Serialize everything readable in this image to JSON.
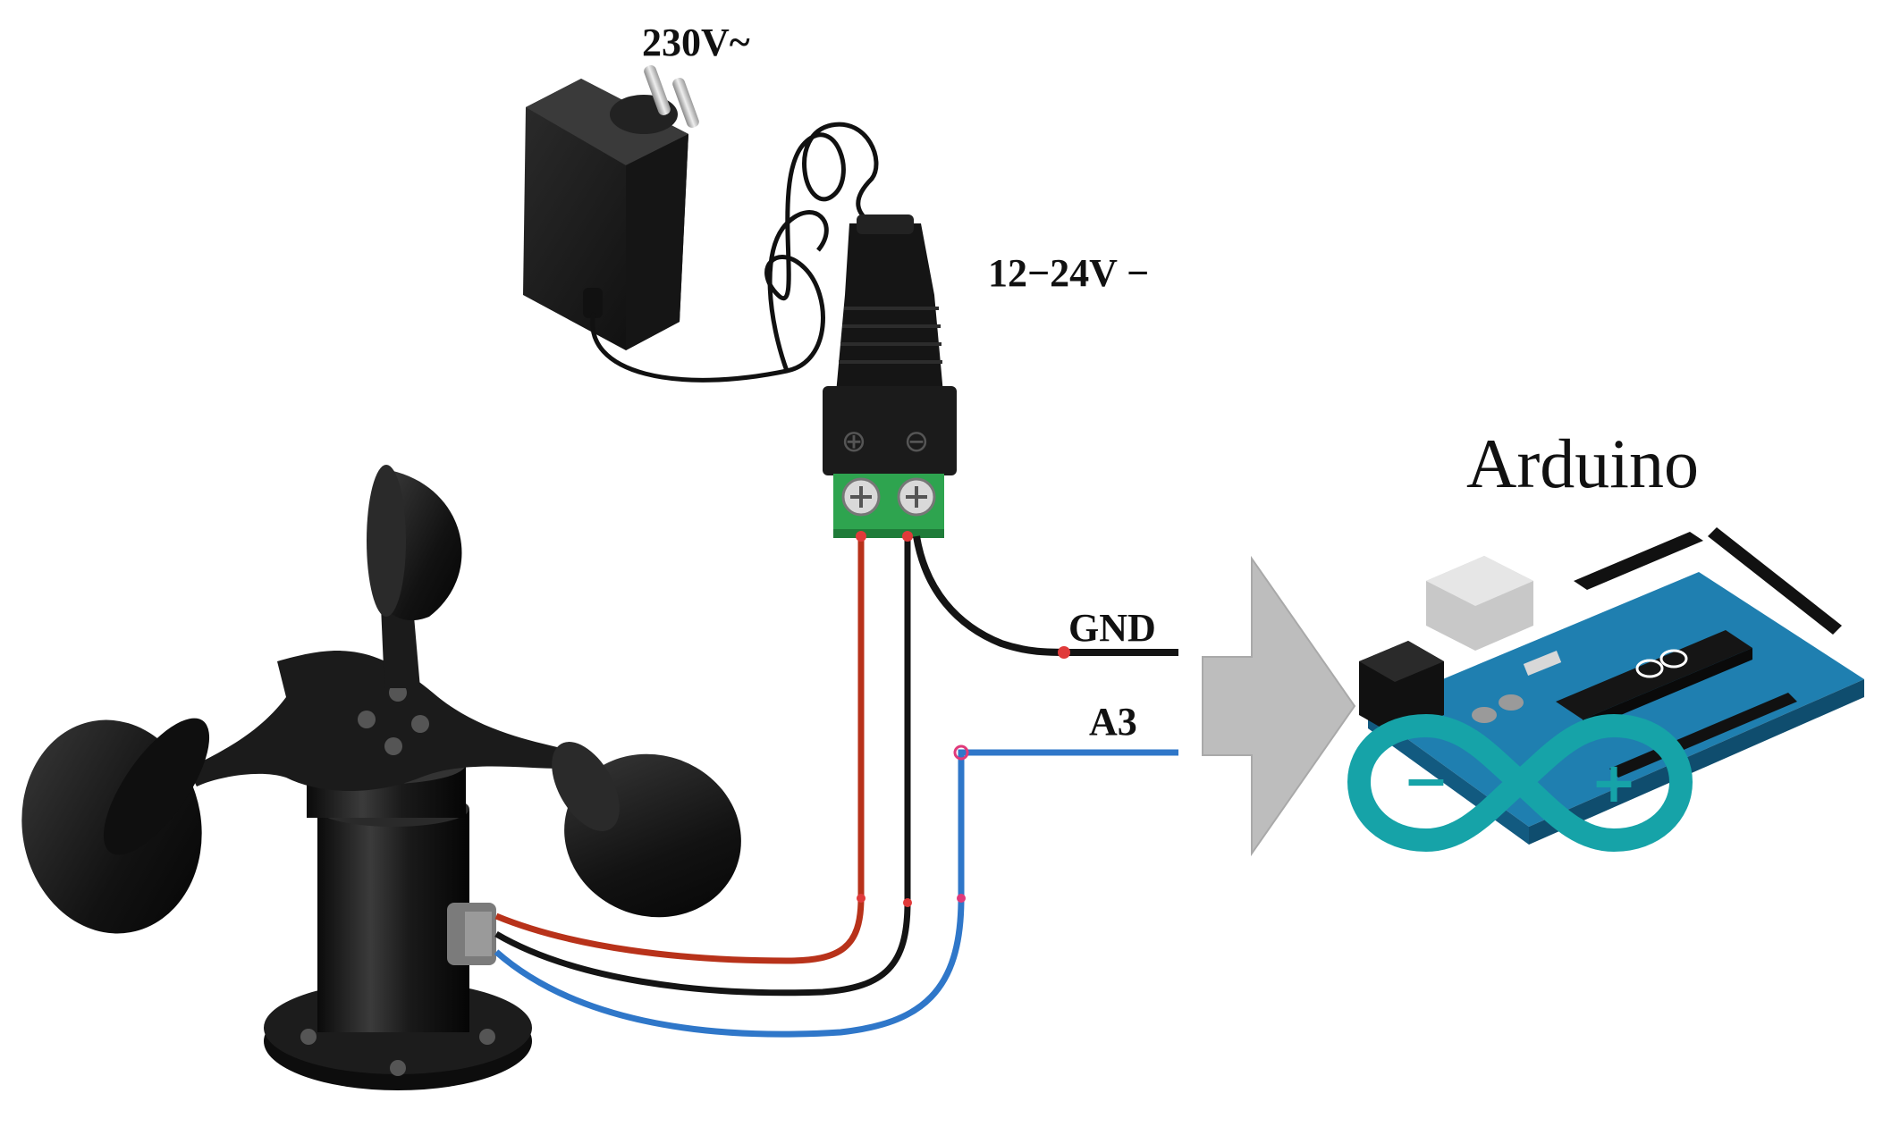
{
  "labels": {
    "mains_voltage": "230V~",
    "dc_voltage": "12−24V −",
    "gnd": "GND",
    "signal_pin": "A3",
    "board_name": "Arduino"
  },
  "connector": {
    "plus_symbol": "⊕",
    "minus_symbol": "⊖"
  },
  "logo": {
    "minus": "−",
    "plus": "+"
  },
  "colors": {
    "wire_red": "#b8321a",
    "wire_black": "#141414",
    "wire_blue": "#2f77c9",
    "arrow_gray": "#bdbdbd",
    "board_blue": "#1f7fb0",
    "arduino_teal": "#16a3a8",
    "terminal_green": "#2ea44f"
  },
  "icons": [
    "power-adapter-icon",
    "dc-jack-connector-icon",
    "anemometer-icon",
    "arrow-right-icon",
    "arduino-board-icon",
    "arduino-logo-icon"
  ]
}
